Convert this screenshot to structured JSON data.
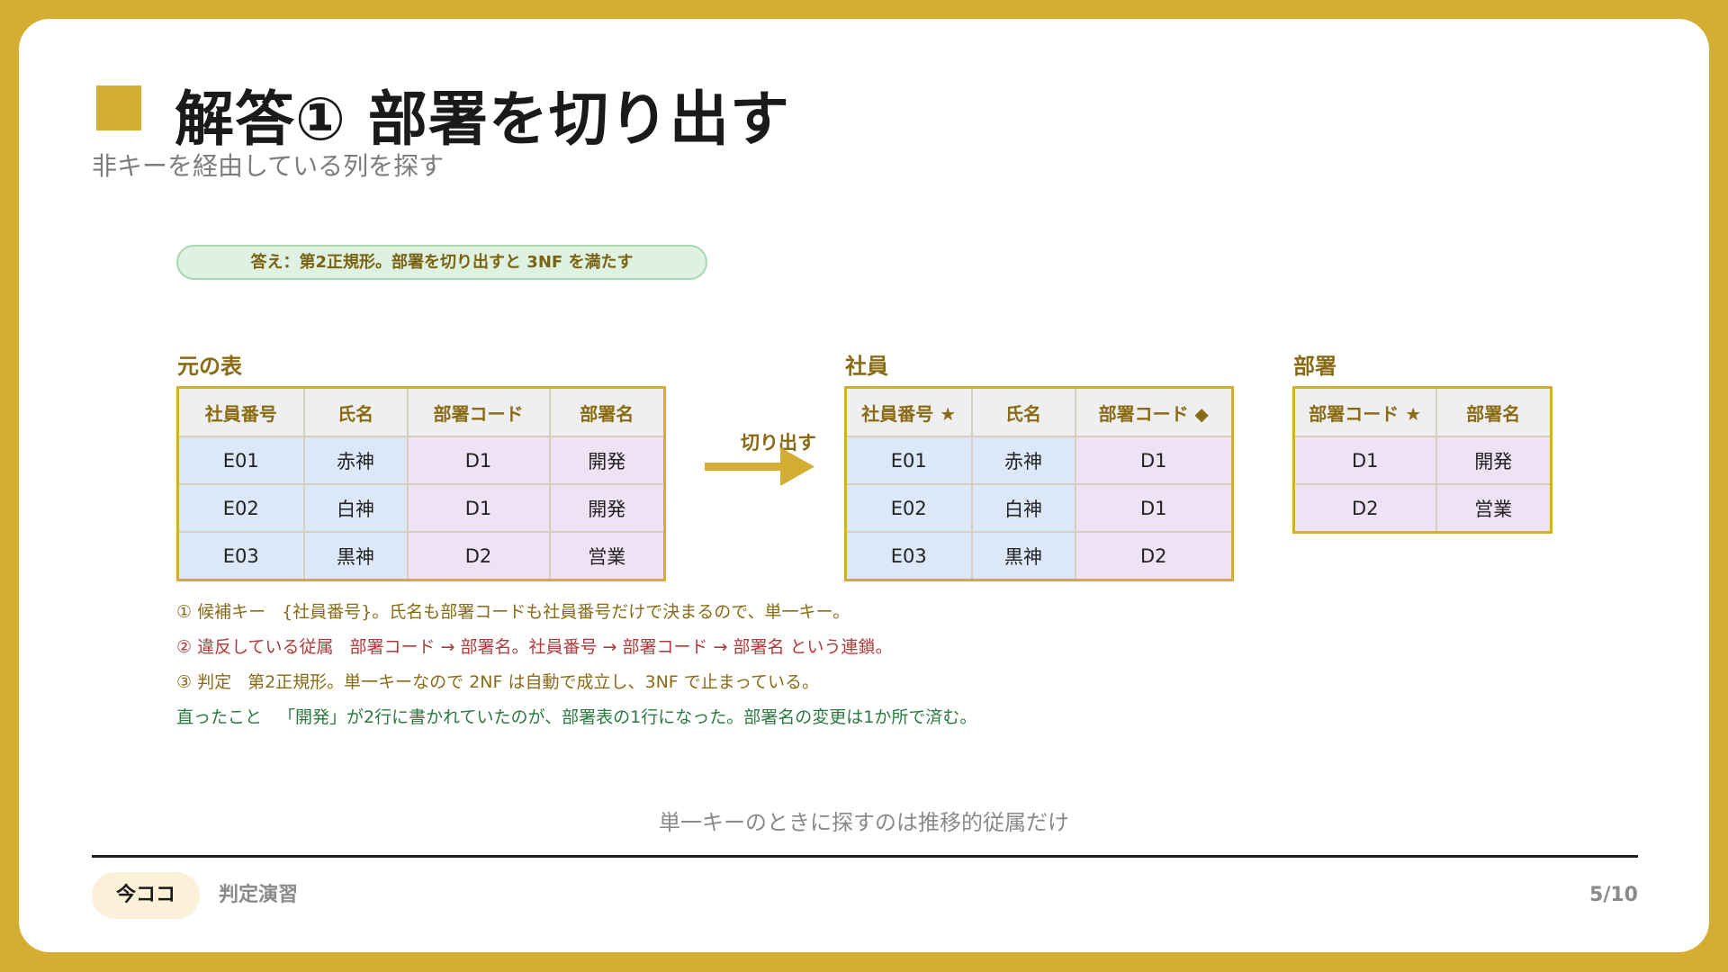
{
  "title": "解答① 部署を切り出す",
  "subtitle": "非キーを経由している列を探す",
  "answer": "答え：第2正規形。部署を切り出すと 3NF を満たす",
  "original_table": {
    "title": "元の表",
    "headers": [
      "社員番号",
      "氏名",
      "部署コード",
      "部署名"
    ],
    "rows": [
      [
        "E01",
        "赤神",
        "D1",
        "開発"
      ],
      [
        "E02",
        "白神",
        "D1",
        "開発"
      ],
      [
        "E03",
        "黒神",
        "D2",
        "営業"
      ]
    ]
  },
  "arrow_label": "切り出す",
  "employee_table": {
    "title": "社員",
    "headers": [
      "社員番号 ★",
      "氏名",
      "部署コード ◆"
    ],
    "rows": [
      [
        "E01",
        "赤神",
        "D1"
      ],
      [
        "E02",
        "白神",
        "D1"
      ],
      [
        "E03",
        "黒神",
        "D2"
      ]
    ]
  },
  "department_table": {
    "title": "部署",
    "headers": [
      "部署コード ★",
      "部署名"
    ],
    "rows": [
      [
        "D1",
        "開発"
      ],
      [
        "D2",
        "営業"
      ]
    ]
  },
  "notes": [
    {
      "label": "① 候補キー",
      "text": "{社員番号}。氏名も部署コードも社員番号だけで決まるので、単一キー。"
    },
    {
      "label": "② 違反している従属",
      "text": "部署コード → 部署名。社員番号 → 部署コード → 部署名 という連鎖。"
    },
    {
      "label": "③ 判定",
      "text": "第2正規形。単一キーなので 2NF は自動で成立し、3NF で止まっている。"
    },
    {
      "label": "直ったこと",
      "text": "「開発」が2行に書かれていたのが、部署表の1行になった。部署名の変更は1か所で済む。"
    }
  ],
  "closing": "単一キーのときに探すのは推移的従属だけ",
  "footer": {
    "here_label": "今ココ",
    "section": "判定演習",
    "page": "5/10"
  },
  "colors": {
    "accent": "#d4ad33",
    "key_cell": "#dce8f7",
    "dependent_cell": "#f0e2f5",
    "violation_text": "#b03a3a",
    "fixed_text": "#2b7a3f"
  }
}
